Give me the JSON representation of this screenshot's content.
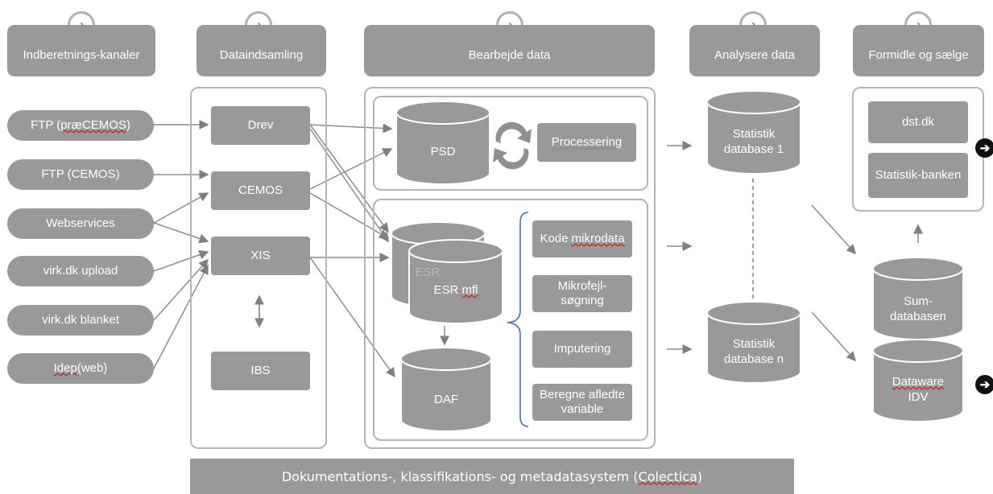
{
  "headers": {
    "h1": "Indberetnings-kanaler",
    "h2": "Dataindsamling",
    "h3": "Bearbejde data",
    "h4": "Analysere data",
    "h5": "Formidle og sælge"
  },
  "channels": {
    "c1_prefix": "FTP (",
    "c1_mid": "præCEMOS",
    "c1_suffix": ")",
    "c2": "FTP (CEMOS)",
    "c3": "Webservices",
    "c4": "virk.dk upload",
    "c5": "virk.dk blanket",
    "c6_mid": "Idep",
    "c6_suffix": " (web)"
  },
  "collection": {
    "drev": "Drev",
    "cemos": "CEMOS",
    "xis": "XIS",
    "ibs": "IBS"
  },
  "processing": {
    "psd": "PSD",
    "processering": "Processering",
    "esr_back": "ESR",
    "esr_front_a": "ESR ",
    "esr_front_b": "mfl",
    "daf": "DAF",
    "kode_a": "Kode ",
    "kode_b": "mikrodata",
    "mikrofejl_1": "Mikrofejl-",
    "mikrofejl_2": "søgning",
    "imputering": "Imputering",
    "beregne_1": "Beregne afledte",
    "beregne_2": "variable"
  },
  "analysis": {
    "db1_1": "Statistik",
    "db1_2": "database 1",
    "dbn_1": "Statistik",
    "dbn_2": "database n"
  },
  "dissemination": {
    "dst": "dst.dk",
    "banken": "Statistik-banken",
    "sum_1": "Sum-",
    "sum_2": "databasen",
    "dw_1": "Dataware",
    "dw_2": "IDV"
  },
  "footer": {
    "prefix": "Dokumentations-, klassifikations- og metadatasystem (",
    "mid": "Colectica",
    "suffix": ")"
  }
}
